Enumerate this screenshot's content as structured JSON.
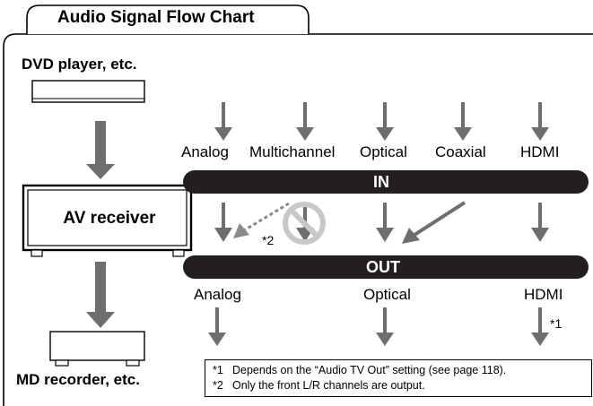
{
  "title": "Audio Signal Flow Chart",
  "devices": {
    "source": "DVD player, etc.",
    "receiver": "AV receiver",
    "recorder": "MD recorder, etc."
  },
  "inputs": [
    "Analog",
    "Multichannel",
    "Optical",
    "Coaxial",
    "HDMI"
  ],
  "in_bar": "IN",
  "out_bar": "OUT",
  "outputs": [
    "Analog",
    "Optical",
    "HDMI"
  ],
  "marks": {
    "note2": "*2",
    "note1": "*1"
  },
  "footnotes": [
    {
      "mark": "*1",
      "text": "Depends on the “Audio TV Out” setting (see page 118)."
    },
    {
      "mark": "*2",
      "text": "Only the front L/R channels are output."
    }
  ],
  "colors": {
    "arrow": "#6e6e6e",
    "bar": "#231f20",
    "prohibit": "#c8c8c8"
  }
}
